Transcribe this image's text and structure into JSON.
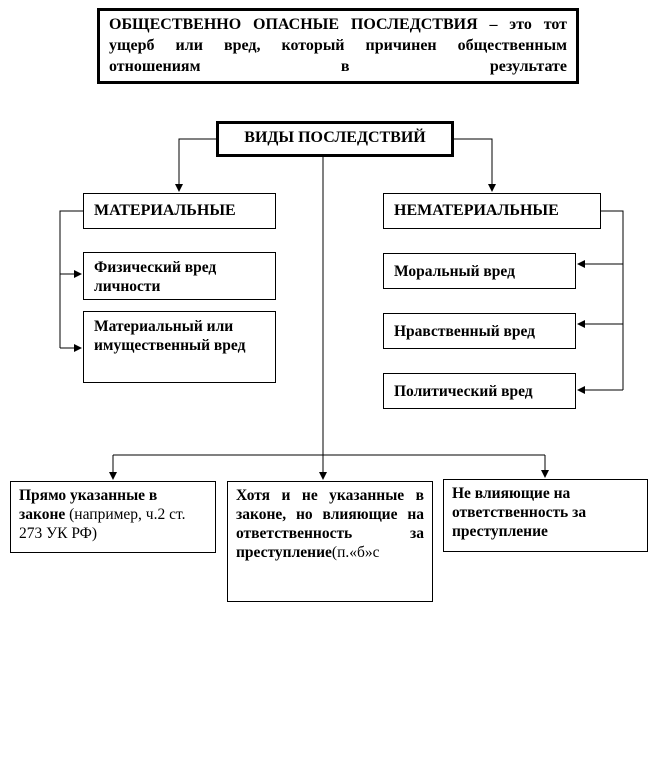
{
  "definition": {
    "term": "ОБЩЕСТВЕННО ОПАСНЫЕ ПОСЛЕДСТВИЯ",
    "text": " – это тот ущерб или вред, который причинен общественным отношениям в результате"
  },
  "types_title": "ВИДЫ ПОСЛЕДСТВИЙ",
  "material": {
    "title": "МАТЕРИАЛЬНЫЕ",
    "items": [
      "Физический вред личности",
      "Материальный или имущественный вред"
    ]
  },
  "nonmaterial": {
    "title": "НЕМАТЕРИАЛЬНЫЕ",
    "items": [
      "Моральный вред",
      "Нравственный вред",
      "Политический вред"
    ]
  },
  "legal": [
    {
      "bold": "Прямо указанные в законе",
      "regular": " (например, ч.2 ст. 273 УК РФ)"
    },
    {
      "bold": "Хотя и не указанные в законе, но влияющие на ответственность за преступление",
      "regular": "(п.«б»с"
    },
    {
      "bold": "Не влияющие на ответственность за преступление",
      "regular": ""
    }
  ]
}
